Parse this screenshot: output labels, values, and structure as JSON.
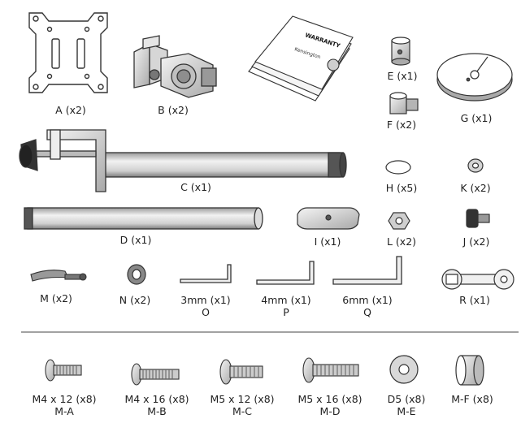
{
  "parts": [
    {
      "id": "A",
      "label": "A (x2)"
    },
    {
      "id": "B",
      "label": "B (x2)"
    },
    {
      "id": "C",
      "label": "C (x1)"
    },
    {
      "id": "D",
      "label": "D (x1)"
    },
    {
      "id": "E",
      "label": "E (x1)"
    },
    {
      "id": "F",
      "label": "F (x2)"
    },
    {
      "id": "G",
      "label": "G (x1)"
    },
    {
      "id": "H",
      "label": "H (x5)"
    },
    {
      "id": "K",
      "label": "K (x2)"
    },
    {
      "id": "I",
      "label": "I (x1)"
    },
    {
      "id": "L",
      "label": "L (x2)"
    },
    {
      "id": "J",
      "label": "J (x2)"
    },
    {
      "id": "M",
      "label": "M (x2)"
    },
    {
      "id": "N",
      "label": "N (x2)"
    },
    {
      "id": "O",
      "label": "3mm (x1)",
      "code": "O"
    },
    {
      "id": "P",
      "label": "4mm (x1)",
      "code": "P"
    },
    {
      "id": "Q",
      "label": "6mm (x1)",
      "code": "Q"
    },
    {
      "id": "R",
      "label": "R (x1)"
    }
  ],
  "documents": {
    "title": "WARRANTY",
    "brand": "Kensington"
  },
  "screws": [
    {
      "label": "M4 x 12 (x8)",
      "code": "M-A"
    },
    {
      "label": "M4 x 16 (x8)",
      "code": "M-B"
    },
    {
      "label": "M5 x 12 (x8)",
      "code": "M-C"
    },
    {
      "label": "M5 x 16 (x8)",
      "code": "M-D"
    },
    {
      "label": "D5 (x8)",
      "code": "M-E"
    },
    {
      "label": "M-F (x8)"
    }
  ]
}
